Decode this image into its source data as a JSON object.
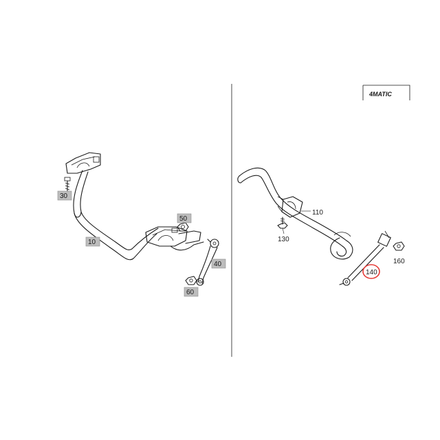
{
  "badge": {
    "text": "4MATIC"
  },
  "left_view": {
    "labels": {
      "p10": "10",
      "p30": "30",
      "p40": "40",
      "p50": "50",
      "p60": "60"
    }
  },
  "right_view": {
    "labels": {
      "p110": "110",
      "p130": "130",
      "p140": "140",
      "p160": "160"
    },
    "highlight": {
      "part": "140",
      "color": "#e53935"
    }
  },
  "colors": {
    "line": "#1a1a1a",
    "label_box": "#bdbdbd",
    "highlight": "#e53935"
  }
}
